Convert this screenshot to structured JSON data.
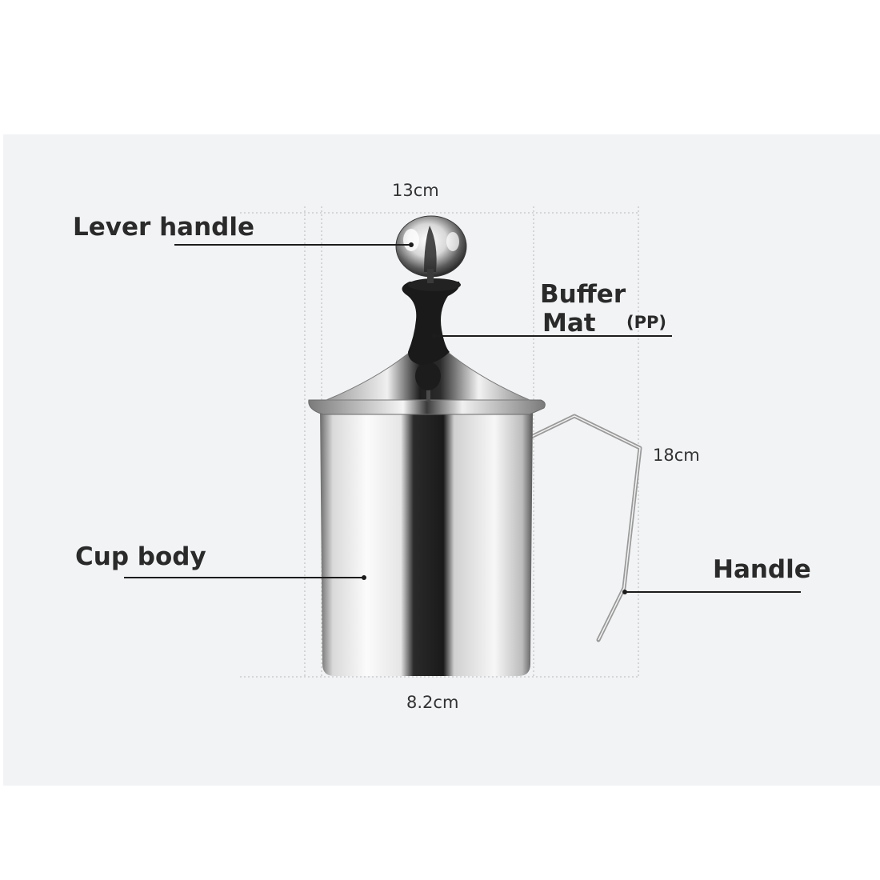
{
  "labels": {
    "lever_handle": "Lever handle",
    "buffer_mat_line1": "Buffer",
    "buffer_mat_line2": "Mat",
    "buffer_mat_material": "(PP)",
    "cup_body": "Cup body",
    "handle": "Handle"
  },
  "dimensions": {
    "width_top": "13cm",
    "height": "18cm",
    "width_bottom": "8.2cm"
  },
  "colors": {
    "background": "#f2f3f5",
    "label_text": "#2a2a2a",
    "leader_line": "#1c1c1c",
    "steel_light": "#f4f4f4",
    "steel_dark": "#1e1e1e",
    "knob_black": "#1a1a1a"
  }
}
